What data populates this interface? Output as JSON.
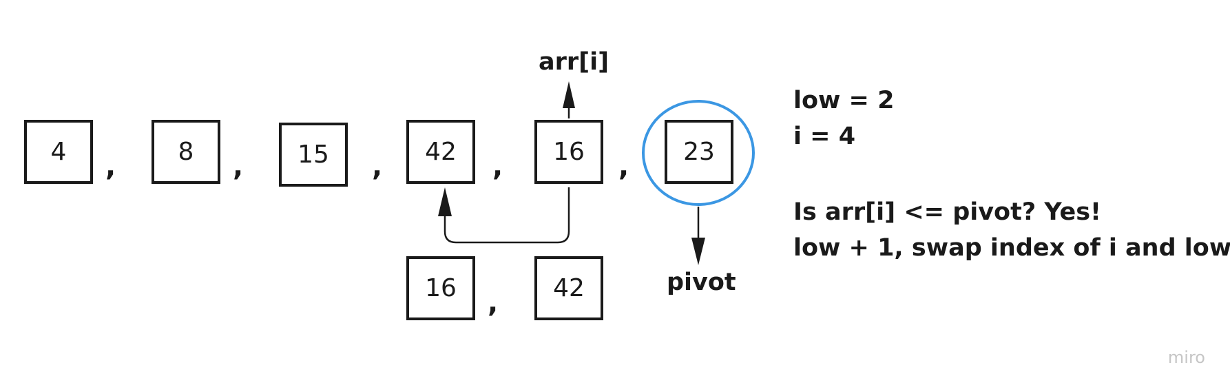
{
  "array": {
    "elements": [
      "4",
      "8",
      "15",
      "42",
      "16",
      "23"
    ],
    "separator": ","
  },
  "swap_row": {
    "elements": [
      "16",
      "42"
    ],
    "separator": ","
  },
  "labels": {
    "pointer": "arr[i]",
    "pivot": "pivot"
  },
  "notes": {
    "low": "low = 2",
    "i": "i = 4",
    "question": "Is arr[i] <= pivot? Yes!",
    "action": "low + 1, swap index of i and low."
  },
  "watermark": "miro",
  "colors": {
    "stroke": "#1a1a1a",
    "pivot_circle": "#3b97e3",
    "watermark": "#c6c6c6"
  }
}
